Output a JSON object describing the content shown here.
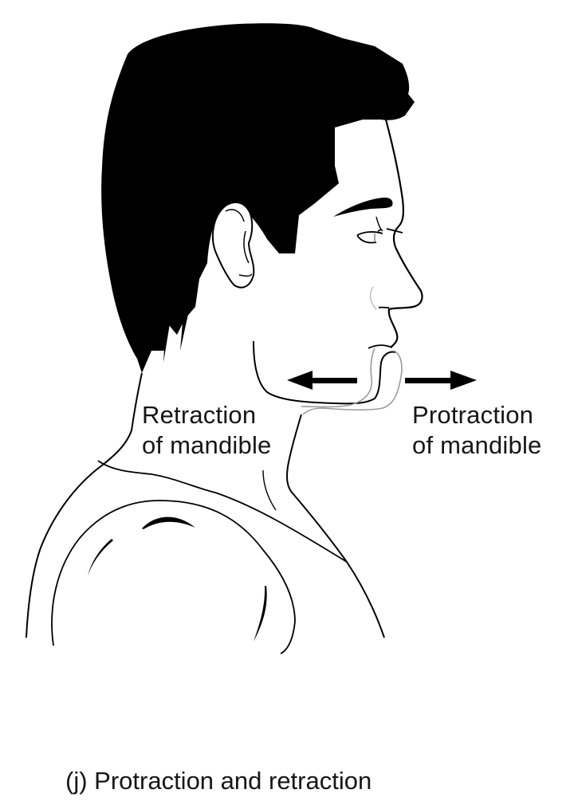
{
  "figure": {
    "subject": "Profile of a man's head, neck and shoulder showing mandible movement",
    "labels": {
      "retraction": {
        "line1": "Retraction",
        "line2": "of mandible",
        "arrow_direction": "left"
      },
      "protraction": {
        "line1": "Protraction",
        "line2": "of mandible",
        "arrow_direction": "right"
      }
    },
    "caption": "(j) Protraction and retraction",
    "colors": {
      "ink": "#000000",
      "ghost_outline": "#9a9a9a",
      "background": "#ffffff"
    }
  }
}
